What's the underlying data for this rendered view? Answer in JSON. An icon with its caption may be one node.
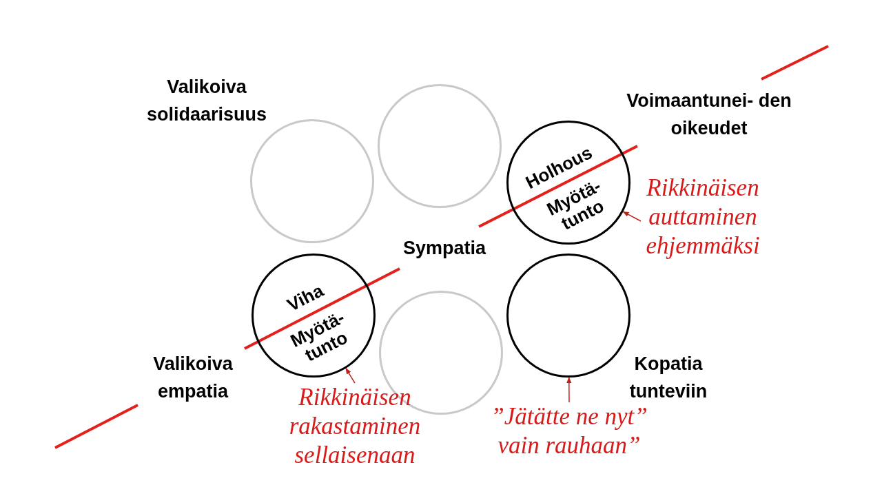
{
  "diagram": {
    "nodes": [
      {
        "text": [],
        "shape": "circle"
      },
      {
        "text": [],
        "shape": "circle"
      },
      {
        "text": [
          "Holhous",
          "Myötä- tunto"
        ]
      },
      {
        "text": [
          "Viha",
          "Myötä- tunto"
        ]
      },
      {
        "text": [],
        "shape": "circle"
      },
      {
        "text": [],
        "shape": "circle"
      },
      {
        "text": [
          "Rikkinäisen auttaminen ehjemmäksi"
        ]
      },
      {
        "text": [
          "Rikkinäisen rakastaminen sellaisenaan"
        ]
      },
      {
        "text": [
          "”Jätätte ne nyt” vain rauhaan”"
        ]
      }
    ],
    "edges": [
      {
        "from": 6,
        "to": 2,
        "arrow": "to"
      },
      {
        "from": 7,
        "to": 3,
        "arrow": "to"
      },
      {
        "from": 8,
        "to": 5,
        "arrow": "to"
      }
    ],
    "labels": [
      "Valikoiva solidaarisuus",
      "Voimaantunei- den oikeudet",
      "Sympatia",
      "Valikoiva empatia",
      "Kopatia tunteviin"
    ]
  }
}
